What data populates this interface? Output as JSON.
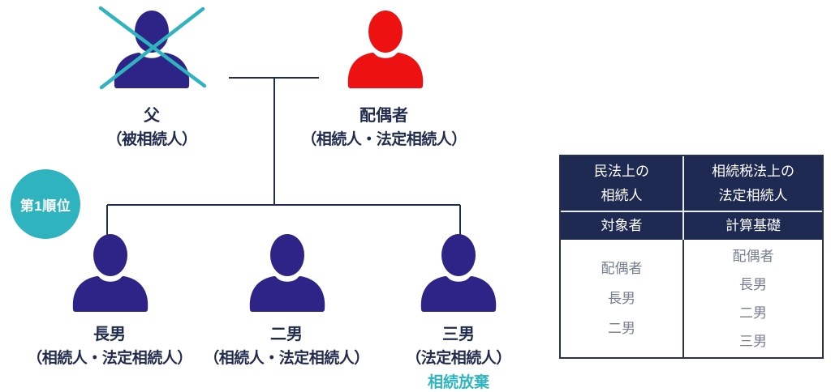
{
  "diagram": {
    "father": {
      "name": "父",
      "role": "（被相続人）"
    },
    "spouse": {
      "name": "配偶者",
      "role": "（相続人・法定相続人）"
    },
    "rank_badge": "第1順位",
    "children": [
      {
        "name": "長男",
        "role": "（相続人・法定相続人）"
      },
      {
        "name": "二男",
        "role": "（相続人・法定相続人）"
      },
      {
        "name": "三男",
        "role": "（法定相続人）",
        "note": "相続放棄"
      }
    ],
    "colors": {
      "person": "#2e2487",
      "spouse": "#ee1111",
      "accent_teal": "#2fb4bf",
      "line": "#222c50",
      "text": "#212b4d"
    }
  },
  "table": {
    "columns": [
      {
        "header_line1": "民法上の",
        "header_line2": "相続人",
        "subheader": "対象者",
        "rows": [
          "配偶者",
          "長男",
          "二男"
        ]
      },
      {
        "header_line1": "相続税法上の",
        "header_line2": "法定相続人",
        "subheader": "計算基礎",
        "rows": [
          "配偶者",
          "長男",
          "二男",
          "三男"
        ]
      }
    ],
    "colors": {
      "header_bg": "#1f2a52",
      "header_text": "#ffffff",
      "body_text": "#757e90",
      "table_border": "#2a3150"
    }
  }
}
